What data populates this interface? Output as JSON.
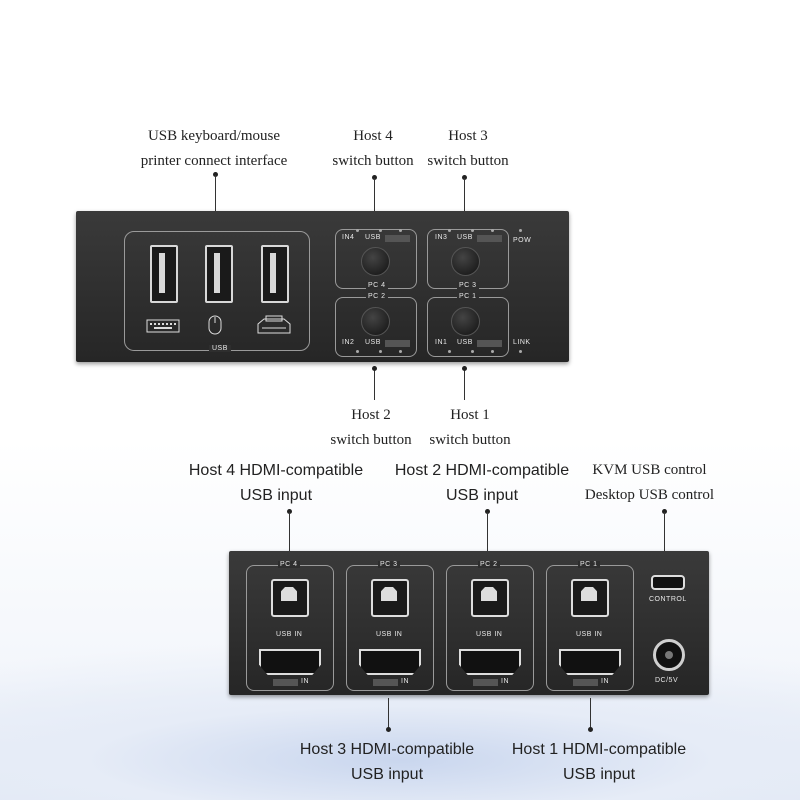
{
  "top_labels": {
    "usb_interface": [
      "USB keyboard/mouse",
      "printer connect interface"
    ],
    "host4_switch": [
      "Host 4",
      "switch button"
    ],
    "host3_switch": [
      "Host 3",
      "switch button"
    ],
    "host2_switch": [
      "Host 2",
      "switch button"
    ],
    "host1_switch": [
      "Host 1",
      "switch button"
    ]
  },
  "front_panel": {
    "usb_label": "USB",
    "pow_label": "POW",
    "link_label": "LINK",
    "pc4": "PC 4",
    "pc3": "PC 3",
    "pc2": "PC 2",
    "pc1": "PC 1",
    "in4": "IN4",
    "in3": "IN3",
    "in2": "IN2",
    "in1": "IN1",
    "usb_small": "USB",
    "icons": [
      "keyboard-icon",
      "mouse-icon",
      "printer-icon"
    ]
  },
  "middle_labels": {
    "host4_hdmi": [
      "Host 4 HDMI-compatible",
      "USB input"
    ],
    "host2_hdmi": [
      "Host 2 HDMI-compatible",
      "USB input"
    ],
    "kvm_usb": [
      "KVM USB control",
      "Desktop USB control"
    ]
  },
  "back_panel": {
    "pc4": "PC 4",
    "pc3": "PC 3",
    "pc2": "PC 2",
    "pc1": "PC 1",
    "usb_in": "USB IN",
    "in": "IN",
    "control": "CONTROL",
    "dc": "DC/5V"
  },
  "bottom_labels": {
    "host3_hdmi": [
      "Host 3 HDMI-compatible",
      "USB input"
    ],
    "host1_hdmi": [
      "Host 1 HDMI-compatible",
      "USB input"
    ]
  }
}
